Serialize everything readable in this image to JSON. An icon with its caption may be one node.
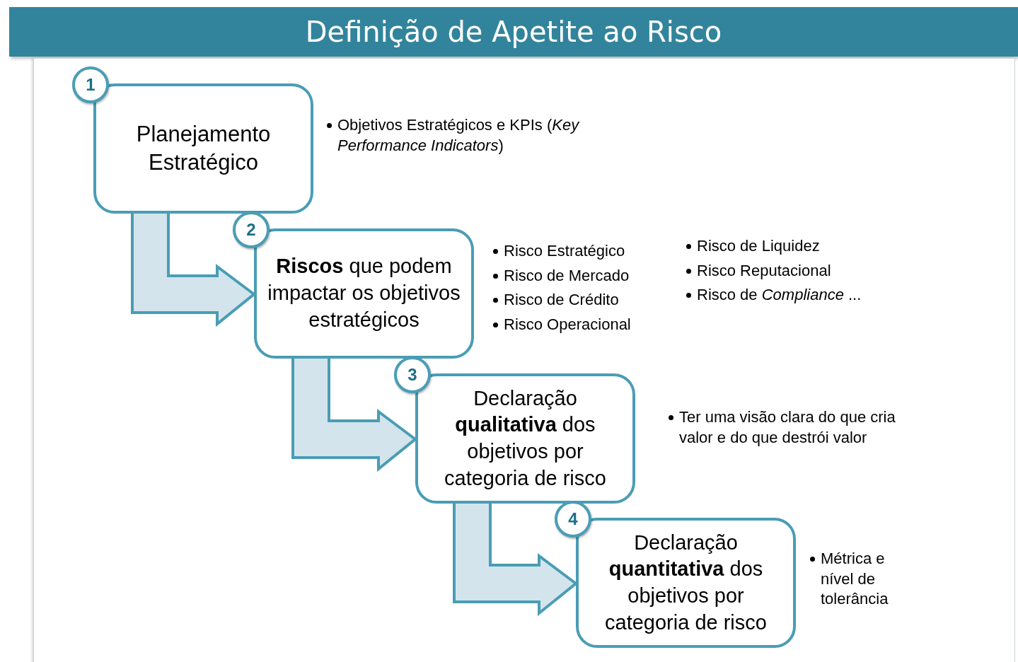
{
  "diagram": {
    "title": "Definição de Apetite ao Risco",
    "nodes": [
      {
        "text": [
          "1",
          "Planejamento Estratégico"
        ],
        "beside": [
          "Objetivos Estratégicos e KPIs (*Key Performance Indicators*)"
        ]
      },
      {
        "text": [
          "2",
          "**Riscos** que podem impactar os objetivos estratégicos"
        ],
        "beside": [
          "Risco Estratégico",
          "Risco de Mercado",
          "Risco de Crédito",
          "Risco Operacional",
          "Risco de Liquidez",
          "Risco Reputacional",
          "Risco de *Compliance* ..."
        ]
      },
      {
        "text": [
          "3",
          "Declaração **qualitativa** dos objetivos por categoria de risco"
        ],
        "beside": [
          "Ter uma visão clara do que cria valor e do que destrói valor"
        ]
      },
      {
        "text": [
          "4",
          "Declaração **quantitativa** dos objetivos por categoria de risco"
        ],
        "beside": [
          "Métrica e nível de tolerância"
        ]
      }
    ],
    "edges": [
      {
        "from": 0,
        "to": 1,
        "arrow": "to"
      },
      {
        "from": 1,
        "to": 2,
        "arrow": "to"
      },
      {
        "from": 2,
        "to": 3,
        "arrow": "to"
      }
    ]
  }
}
